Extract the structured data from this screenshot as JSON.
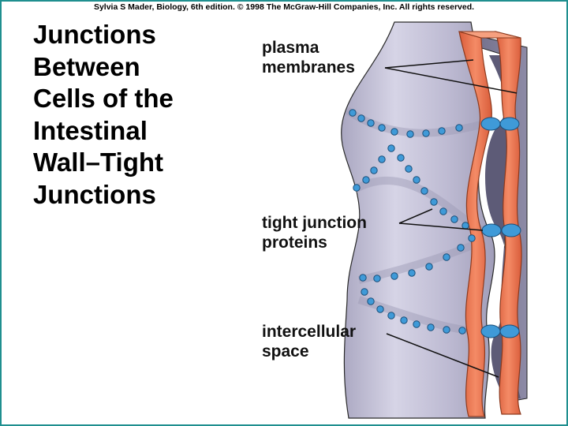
{
  "copyright": "Sylvia S Mader, Biology, 6th edition. © 1998 The McGraw-Hill Companies, Inc. All rights reserved.",
  "title_lines": [
    "Junctions",
    "Between",
    "Cells of the",
    "Intestinal",
    "Wall–Tight",
    "Junctions"
  ],
  "labels": {
    "plasma_membranes": [
      "plasma",
      "membranes"
    ],
    "tight_junction_proteins": [
      "tight junction",
      "proteins"
    ],
    "intercellular_space": [
      "intercellular",
      "space"
    ]
  },
  "colors": {
    "membrane": "#ee7a56",
    "membrane_edge": "#9a3a1e",
    "cell_surface": "#c7c5d9",
    "space": "#6f6d86",
    "protein": "#3f9ad8",
    "frame": "#1f8f8f"
  }
}
